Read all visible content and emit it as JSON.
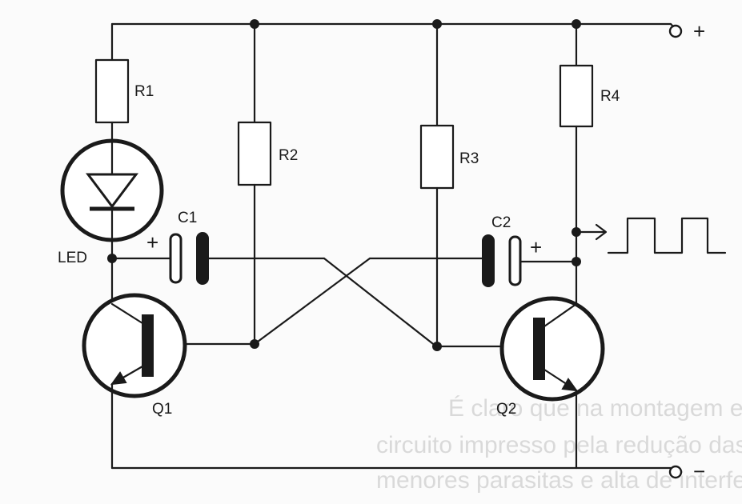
{
  "labels": {
    "r1": "R1",
    "r2": "R2",
    "r3": "R3",
    "r4": "R4",
    "c1": "C1",
    "c2": "C2",
    "led": "LED",
    "q1": "Q1",
    "q2": "Q2",
    "c1_plus": "+",
    "c2_plus": "+",
    "supply_plus": "+",
    "supply_minus": "−"
  },
  "background_text": {
    "line1": "É claro que na montagem em placa de",
    "line2": "circuito impresso pela redução das dimen-",
    "line3": "menores parasitas e alta de interferência"
  },
  "colors": {
    "ink": "#1a1a1a",
    "paper": "#fbfbfb",
    "bleed": "#d9d9d9"
  }
}
